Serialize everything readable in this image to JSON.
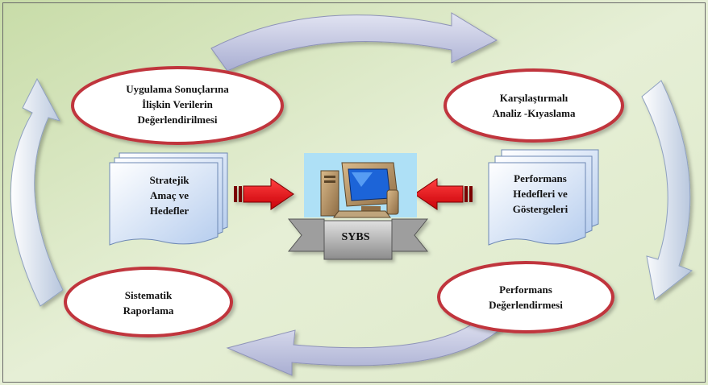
{
  "nodes": {
    "top_left": [
      "Uygulama Sonuçlarına",
      "İlişkin Verilerin",
      "Değerlendirilmesi"
    ],
    "top_right": [
      "Karşılaştırmalı",
      "Analiz -Kıyaslama"
    ],
    "bottom_left": [
      "Sistematik",
      "Raporlama"
    ],
    "bottom_right": [
      "Performans",
      "Değerlendirmesi"
    ]
  },
  "documents": {
    "left": [
      "Stratejik",
      "Amaç ve",
      "Hedefler"
    ],
    "right": [
      "Performans",
      "Hedefleri ve",
      "Göstergeleri"
    ]
  },
  "center": {
    "banner": "SYBS",
    "icon": "computer-icon"
  },
  "colors": {
    "ellipse_border": "#c0343c",
    "ellipse_fill": "#ffffff",
    "document": "#c9daf2",
    "inward_arrow": "#e8141c",
    "cycle_arrow": "#c4c8e2",
    "background_start": "#c8dca8",
    "background_end": "#f2f6e8"
  }
}
